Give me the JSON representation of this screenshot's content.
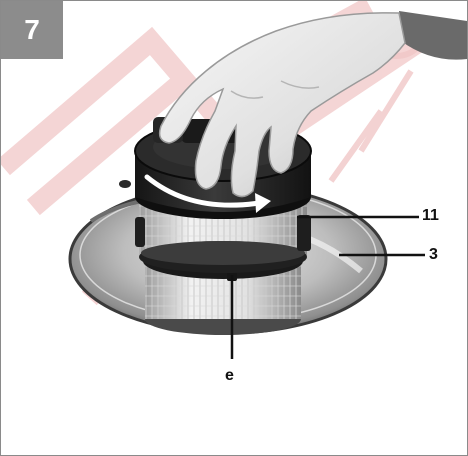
{
  "figure": {
    "step_number": "7",
    "callouts": {
      "filter": "11",
      "base_plate": "3",
      "latch": "e"
    },
    "watermark_text": "БАГА-Офф",
    "colors": {
      "badge_bg": "#8c8c8c",
      "frame_border": "#8a8a8a",
      "ink": "#111111",
      "watermark": "#f1c7c7"
    },
    "icons": [
      "hand-image",
      "rotation-arrow-icon"
    ]
  }
}
